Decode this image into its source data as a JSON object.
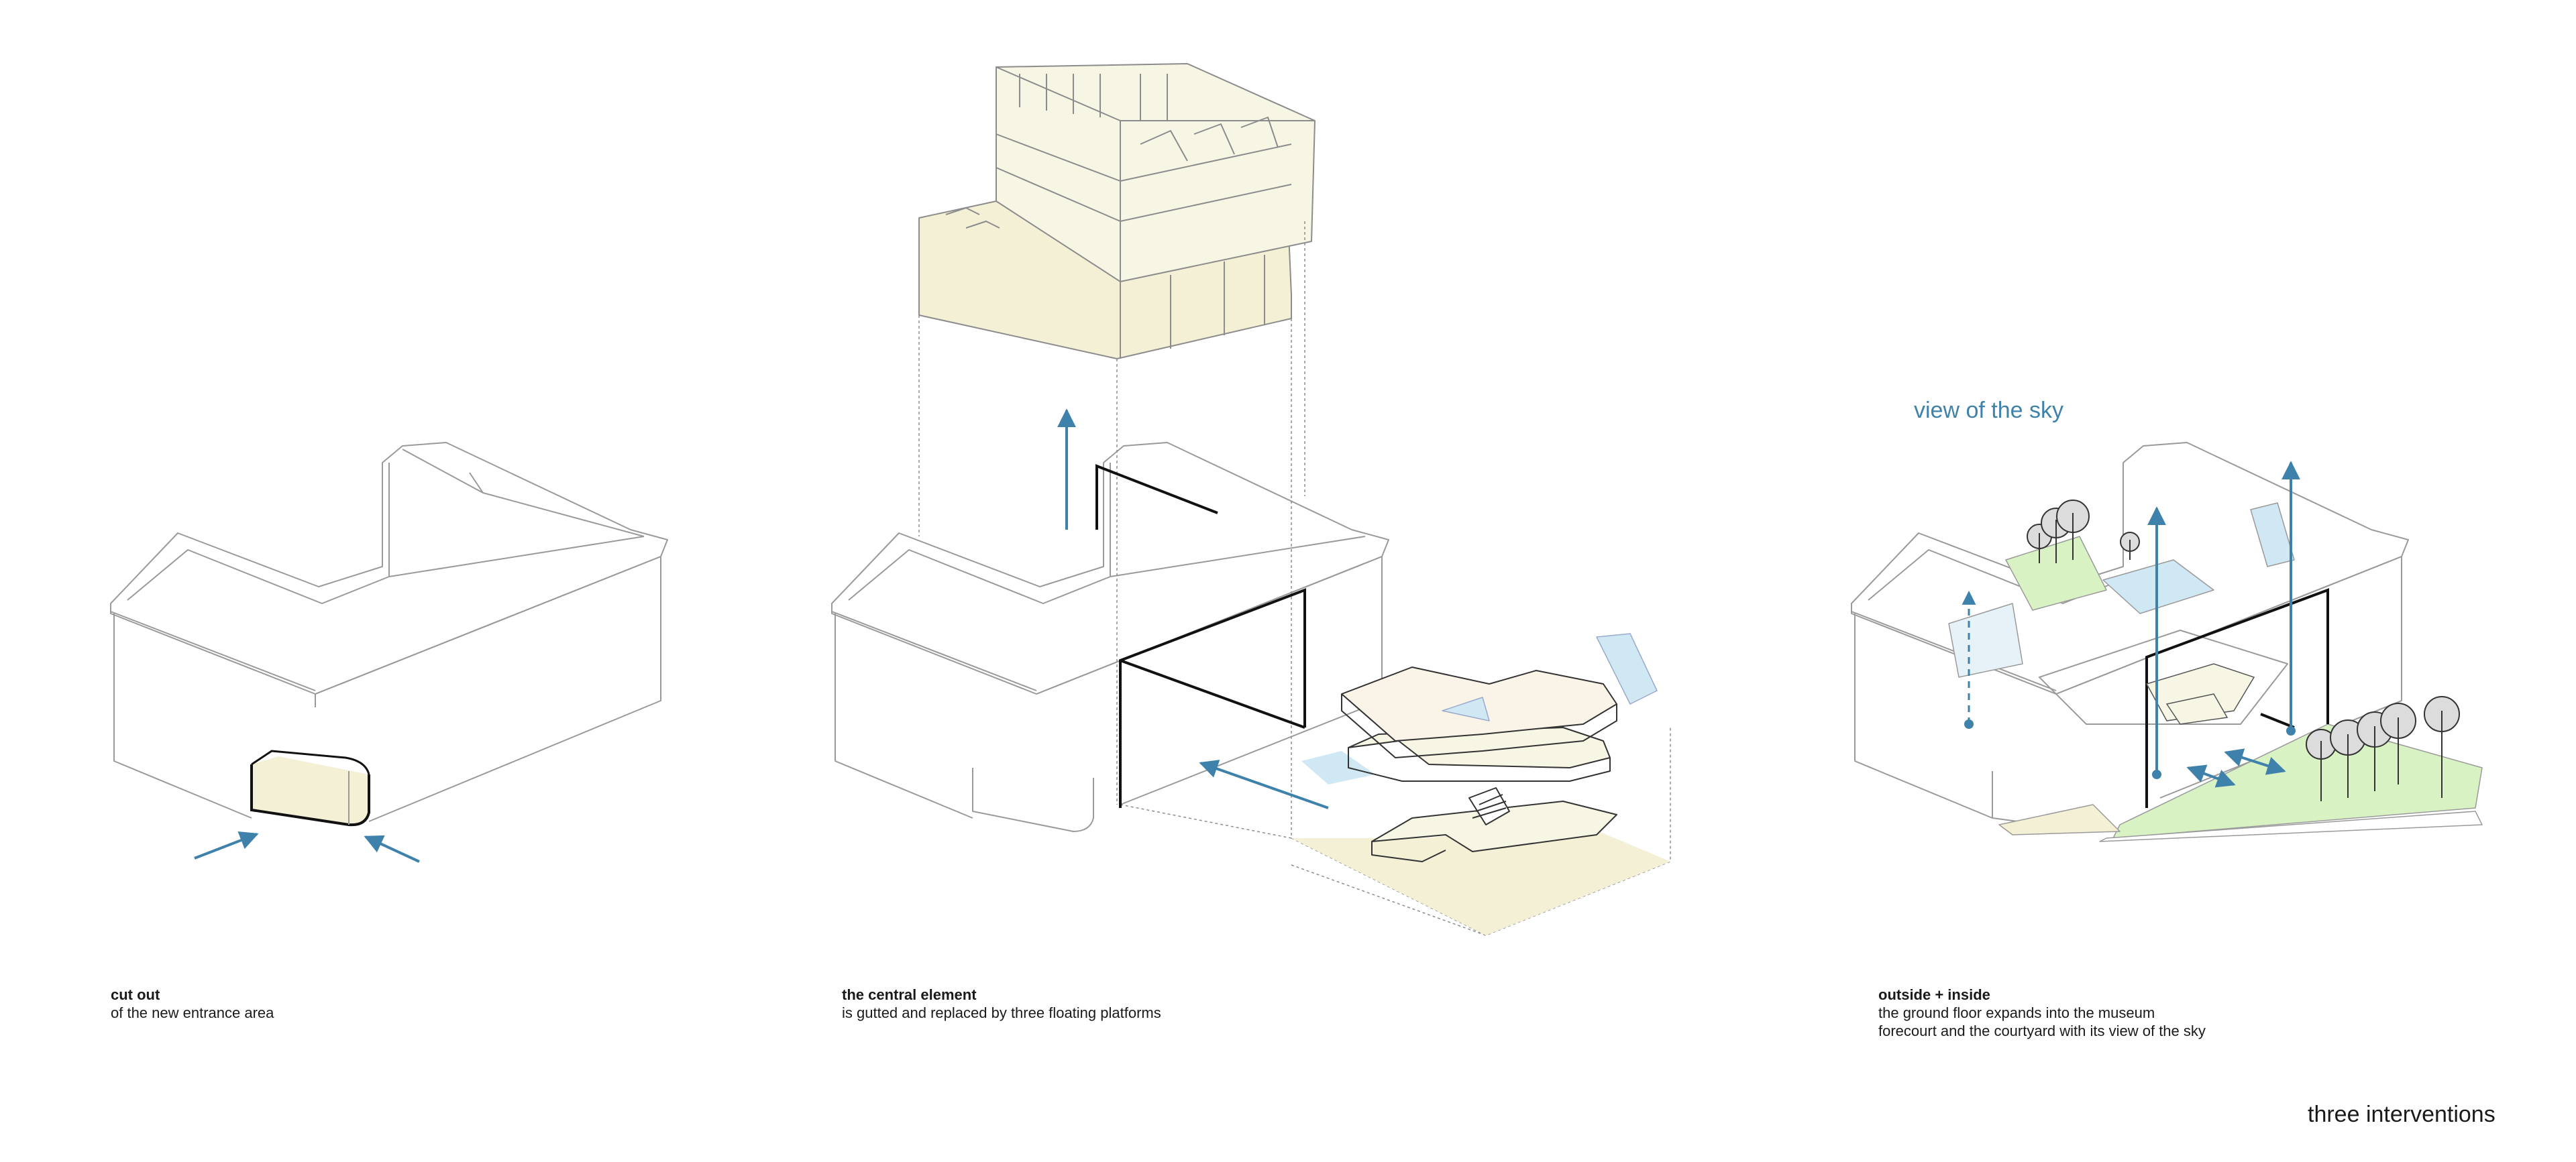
{
  "panels": [
    {
      "title": "cut out",
      "lines": [
        "of the new entrance area"
      ]
    },
    {
      "title": "the central element",
      "lines": [
        "is gutted and replaced by three floating platforms"
      ]
    },
    {
      "title": "outside + inside",
      "lines": [
        "the ground floor expands into the museum",
        "forecourt and the courtyard with its  view of the sky"
      ]
    }
  ],
  "annotation": {
    "sky_label": "view of the sky"
  },
  "footer": {
    "title": "three interventions"
  },
  "colors": {
    "outline": "#9a9a9a",
    "bold_line": "#111111",
    "arrow": "#3e82ac",
    "cream_fill": "#f3f0d6",
    "glass_fill": "#cfe8f3",
    "lawn_fill": "#d9f2c4",
    "tree": "#333333"
  },
  "icons": [
    "arrow-up-icon",
    "arrow-left-icon",
    "double-arrow-icon",
    "tree-icon"
  ]
}
